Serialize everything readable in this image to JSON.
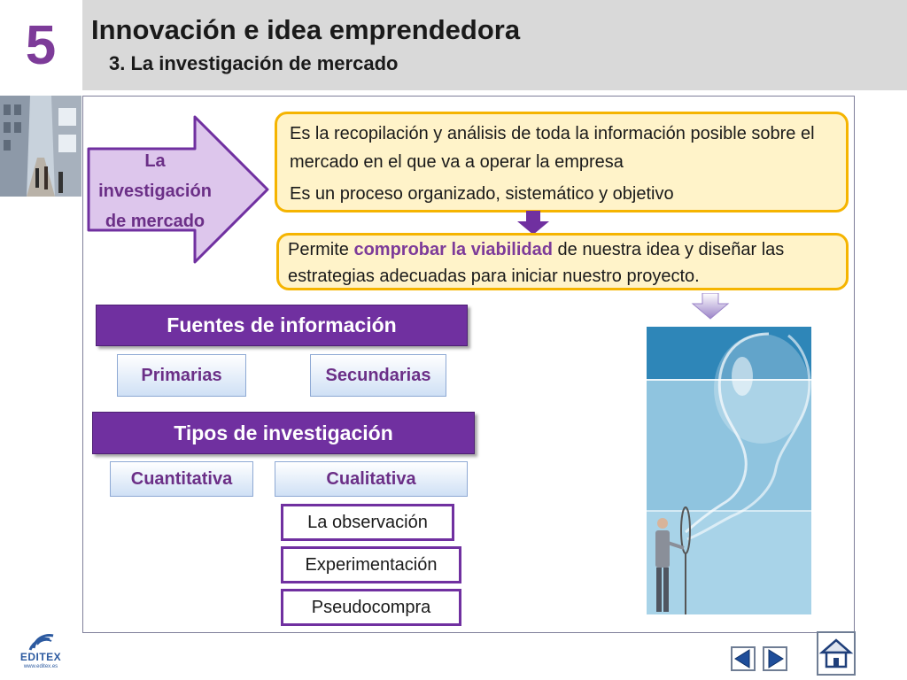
{
  "header": {
    "chapter_number": "5",
    "title": "Innovación e idea emprendedora",
    "subtitle": "3. La investigación de mercado"
  },
  "arrow": {
    "line1": "La",
    "line2": "investigación",
    "line3": "de mercado"
  },
  "definition": {
    "line1": "Es la recopilación y análisis de toda la información posible sobre el mercado en el que va a operar la empresa",
    "line2": "Es un proceso organizado, sistemático y objetivo"
  },
  "viability": {
    "before": "Permite ",
    "highlight": "comprobar la viabilidad",
    "after": " de nuestra idea y diseñar las estrategias adecuadas para iniciar nuestro proyecto."
  },
  "sources": {
    "title": "Fuentes de información",
    "primary": "Primarias",
    "secondary": "Secundarias"
  },
  "research_types": {
    "title": "Tipos de investigación",
    "quantitative": "Cuantitativa",
    "qualitative": "Cualitativa",
    "methods": [
      "La observación",
      "Experimentación",
      "Pseudocompra"
    ]
  },
  "footer": {
    "brand": "EDITEX",
    "url": "www.editex.es"
  },
  "colors": {
    "accent_purple": "#7030a0",
    "highlight_yellow": "#f5b400",
    "header_gray": "#d9d9d9"
  },
  "icons": [
    "previous-arrow-icon",
    "next-arrow-icon",
    "home-icon",
    "editex-logo-icon"
  ]
}
